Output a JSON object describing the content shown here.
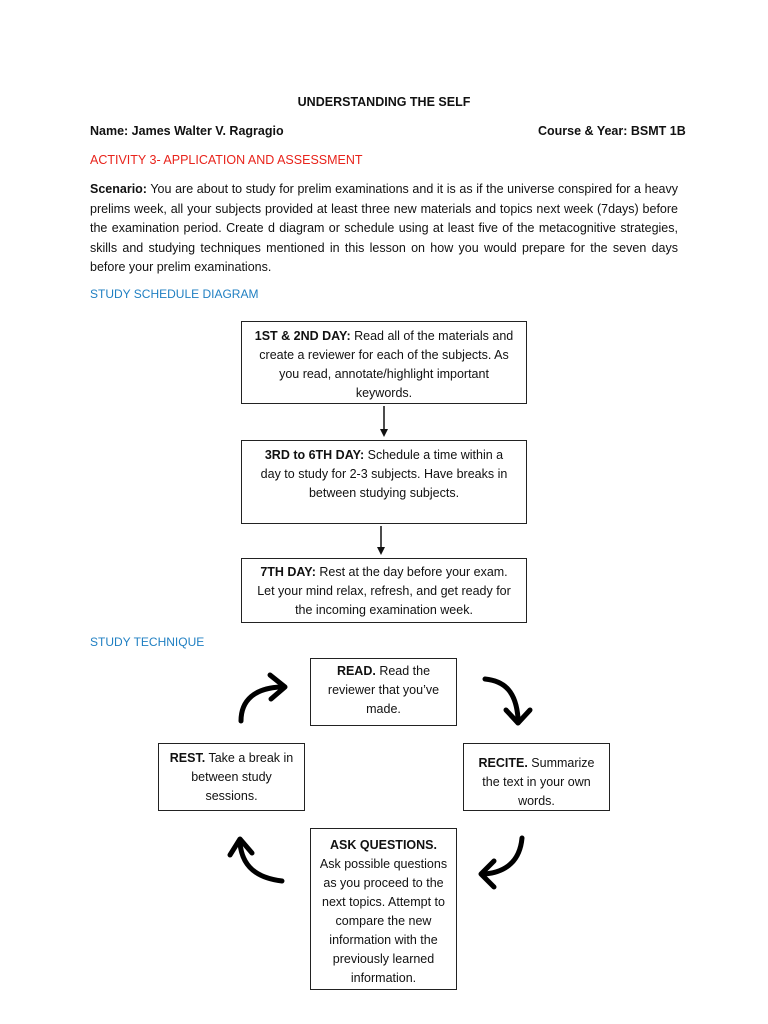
{
  "header": {
    "title": "UNDERSTANDING THE SELF",
    "name": "Name: James Walter V. Ragragio",
    "course": "Course & Year: BSMT 1B",
    "activity": "ACTIVITY 3- APPLICATION AND ASSESSMENT"
  },
  "scenario": {
    "label": "Scenario:",
    "text": " You are about to study for prelim examinations and it is as if the universe conspired for a heavy prelims week, all your subjects provided at least three new materials and topics next week (7days) before the examination period. Create d diagram or schedule using at least five of the metacognitive strategies, skills and studying techniques mentioned in this lesson on how you would prepare for the seven days before your prelim examinations."
  },
  "schedule": {
    "heading": "STUDY SCHEDULE DIAGRAM",
    "steps": [
      {
        "label": "1ST & 2ND DAY:",
        "text": " Read all of the materials and create a reviewer for each of the subjects. As you read, annotate/highlight important keywords."
      },
      {
        "label": "3RD to 6TH DAY:",
        "text": " Schedule a time within a day to study for 2-3 subjects. Have breaks in between studying subjects."
      },
      {
        "label": "7TH DAY:",
        "text": " Rest at the day before your exam. Let your mind relax, refresh, and get ready for the incoming examination week."
      }
    ]
  },
  "technique": {
    "heading": "STUDY TECHNIQUE",
    "read": {
      "label": "READ.",
      "text": " Read the reviewer that you’ve made."
    },
    "recite": {
      "label": "RECITE.",
      "text": " Summarize the text in your own words."
    },
    "ask": {
      "label": "ASK QUESTIONS.",
      "text": " Ask possible questions as you proceed to the next topics. Attempt to compare the new information with the previously learned information."
    },
    "rest": {
      "label": "REST.",
      "text": " Take a break in between study sessions."
    }
  }
}
